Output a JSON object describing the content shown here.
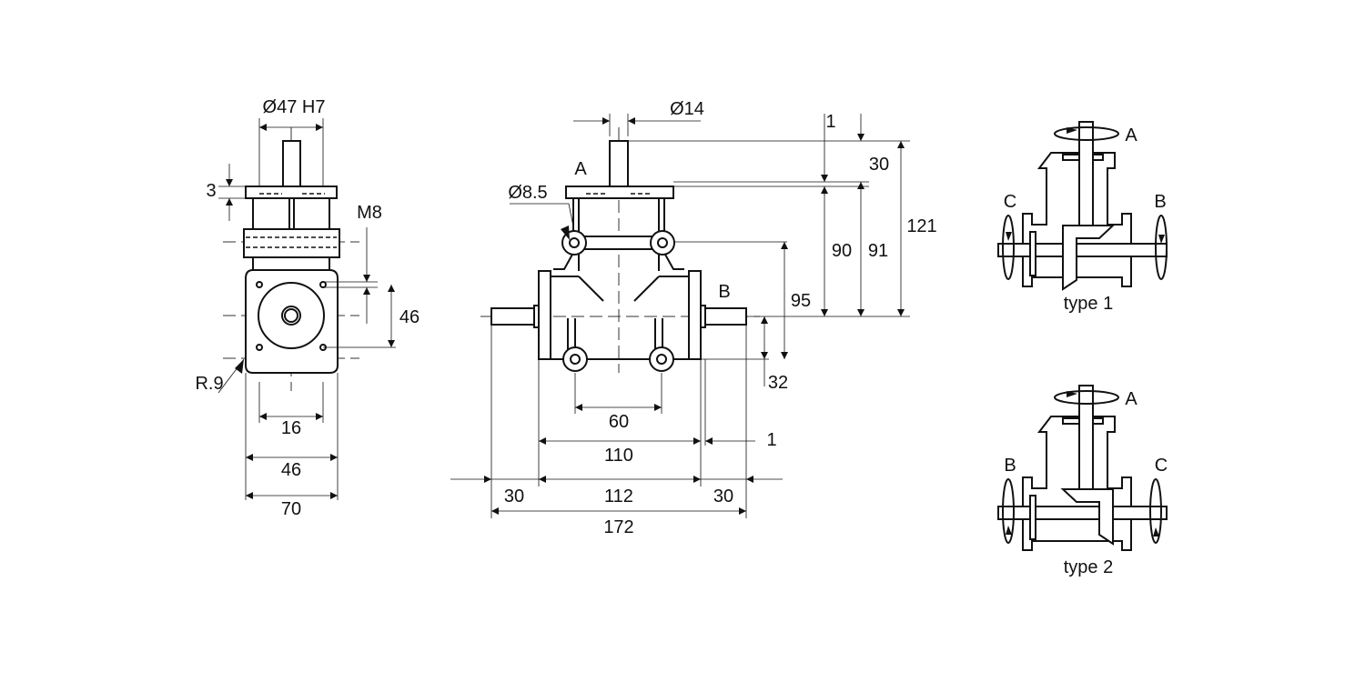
{
  "side_view": {
    "bore": "Ø47 H7",
    "flange_thickness": "3",
    "thread": "M8",
    "hole_spacing_v": "46",
    "radius": "R.9",
    "shaft_dia": "16",
    "hole_spacing_h": "46",
    "width": "70"
  },
  "front_view": {
    "shaft_dia": "Ø14",
    "label_a": "A",
    "hole_dia": "Ø8.5",
    "label_b": "B",
    "dim_1_top": "1",
    "dim_30_top": "30",
    "dim_90": "90",
    "dim_91": "91",
    "dim_121": "121",
    "dim_95": "95",
    "dim_32": "32",
    "dim_60": "60",
    "dim_110": "110",
    "dim_1_right": "1",
    "dim_30_left": "30",
    "dim_112": "112",
    "dim_30_right": "30",
    "dim_172": "172"
  },
  "types": [
    {
      "caption": "type 1",
      "labels": [
        "A",
        "C",
        "B"
      ]
    },
    {
      "caption": "type 2",
      "labels": [
        "A",
        "B",
        "C"
      ]
    }
  ]
}
